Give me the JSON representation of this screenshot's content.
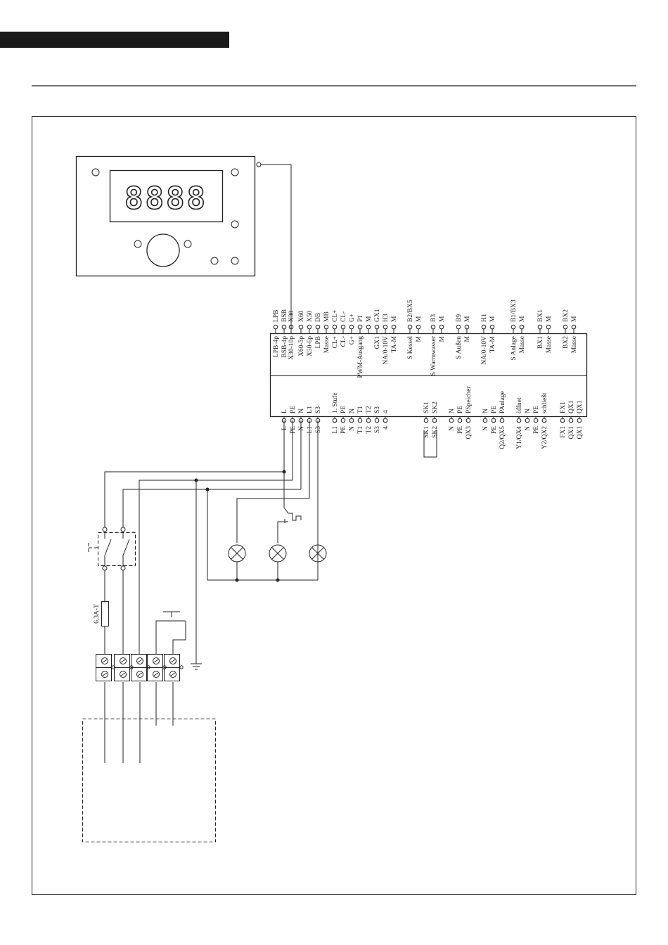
{
  "display": {
    "digits": "8888"
  },
  "top_terminals": [
    {
      "rot": [
        "LPB"
      ],
      "inner": [
        "LPB-4p"
      ]
    },
    {
      "rot": [
        "BSB"
      ],
      "inner": [
        "BSB-4p"
      ]
    },
    {
      "rot": [
        "X30"
      ],
      "inner": [
        "X30-10p"
      ]
    },
    {
      "rot": [
        "X60"
      ],
      "inner": [
        "X60-5p"
      ]
    },
    {
      "rot": [
        "X50"
      ],
      "inner": [
        "X50-6p"
      ]
    },
    {
      "rot": [
        "DB"
      ],
      "inner": [
        "LPB"
      ]
    },
    {
      "rot": [
        "MB"
      ],
      "inner": [
        "Masse"
      ]
    },
    {
      "rot": [
        "CL+"
      ],
      "inner": [
        "CL+"
      ]
    },
    {
      "rot": [
        "CL-"
      ],
      "inner": [
        "CL-"
      ]
    },
    {
      "rot": [
        "G+"
      ],
      "inner": [
        "G+"
      ]
    },
    {
      "rot": [
        "P1"
      ],
      "inner": [
        "PWM-Ausgang"
      ]
    },
    {
      "rot": [
        "M"
      ],
      "inner": []
    },
    {
      "rot": [
        "GX1"
      ],
      "inner": [
        "GX1"
      ]
    },
    {
      "rot": [
        "H3"
      ],
      "inner": [
        "NA/0-10V"
      ]
    },
    {
      "rot": [
        "M"
      ],
      "inner": [
        "TA-M"
      ]
    },
    {
      "rot": [
        "B2/BX5",
        "M"
      ],
      "inner": [
        "S Kessel",
        "M"
      ]
    },
    {
      "rot": [
        "B3",
        "M"
      ],
      "inner": [
        "S Warmwasser",
        "M"
      ]
    },
    {
      "rot": [
        "B9",
        "M"
      ],
      "inner": [
        "S Außen",
        "M"
      ]
    },
    {
      "rot": [
        "H1",
        "M"
      ],
      "inner": [
        "NA/0-10V",
        "TA-M"
      ]
    },
    {
      "rot": [
        "B1/BX3",
        "M"
      ],
      "inner": [
        "S Anlage",
        "Masse"
      ]
    },
    {
      "rot": [
        "BX1",
        "M"
      ],
      "inner": [
        "BX1",
        "Masse"
      ]
    },
    {
      "rot": [
        "BX2",
        "M"
      ],
      "inner": [
        "BX2",
        "Masse"
      ]
    }
  ],
  "bottom_terminals": [
    {
      "inner": "L",
      "outer": "L"
    },
    {
      "inner": "PE",
      "outer": "PE"
    },
    {
      "inner": "N",
      "outer": "N"
    },
    {
      "inner": "L1",
      "outer": "L1"
    },
    {
      "inner": "S3",
      "outer": "S3"
    },
    {
      "inner": "1. Stufe",
      "outer": "L1"
    },
    {
      "inner": "PE",
      "outer": "PE"
    },
    {
      "inner": "N",
      "outer": "N"
    },
    {
      "inner": "T1",
      "outer": "T1"
    },
    {
      "inner": "T2",
      "outer": "T2"
    },
    {
      "inner": "S3",
      "outer": "S3"
    },
    {
      "inner": "4",
      "outer": "4"
    },
    {
      "inner": "SK1",
      "outer": "SK1"
    },
    {
      "inner": "SK2",
      "outer": "SK2"
    },
    {
      "inner": "N",
      "outer": "N"
    },
    {
      "inner": "PE",
      "outer": "PE"
    },
    {
      "inner": "PSpeicher",
      "outer": "QX3"
    },
    {
      "inner": "N",
      "outer": "N"
    },
    {
      "inner": "PE",
      "outer": "PE"
    },
    {
      "inner": "PAnlage",
      "outer": "Q2/QX5"
    },
    {
      "inner": "öffnet",
      "outer": "Y1/QX4"
    },
    {
      "inner": "N",
      "outer": "N"
    },
    {
      "inner": "PE",
      "outer": "PE"
    },
    {
      "inner": "schließt",
      "outer": "Y2/QX2"
    },
    {
      "inner": "FX1",
      "outer": "FX1"
    },
    {
      "inner": "QX1",
      "outer": "QX1"
    },
    {
      "inner": "QX1",
      "outer": "QX1"
    }
  ],
  "fuse_label": "6,3A-T"
}
